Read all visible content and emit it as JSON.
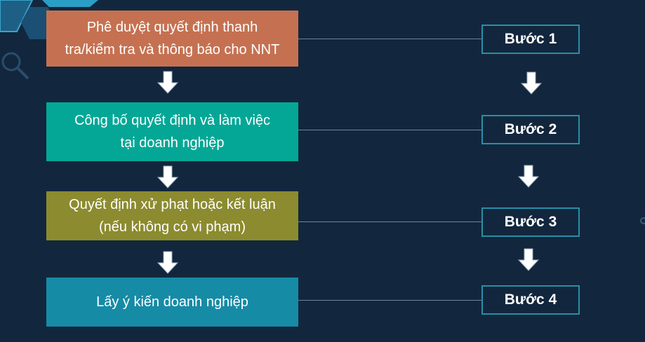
{
  "colors": {
    "background": "#12273d",
    "box1": "#c57151",
    "box2": "#04a796",
    "box3": "#8c8b2f",
    "box4": "#168ba6",
    "step_border": "#2a8ea8"
  },
  "process": [
    {
      "line1": "Phê duyệt quyết định thanh",
      "line2": "tra/kiểm tra và thông báo cho NNT",
      "step": "Bước 1"
    },
    {
      "line1": "Công bố quyết định và làm việc",
      "line2": "tại doanh nghiệp",
      "step": "Bước 2"
    },
    {
      "line1": "Quyết định xử phạt hoặc kết luận",
      "line2": "(nếu không có vi phạm)",
      "step": "Bước 3"
    },
    {
      "line1": "Lấy ý kiến doanh nghiệp",
      "line2": "",
      "step": "Bước 4"
    }
  ],
  "icons": [
    "down-arrow-icon",
    "magnifier-icon",
    "hexagon-icon"
  ]
}
